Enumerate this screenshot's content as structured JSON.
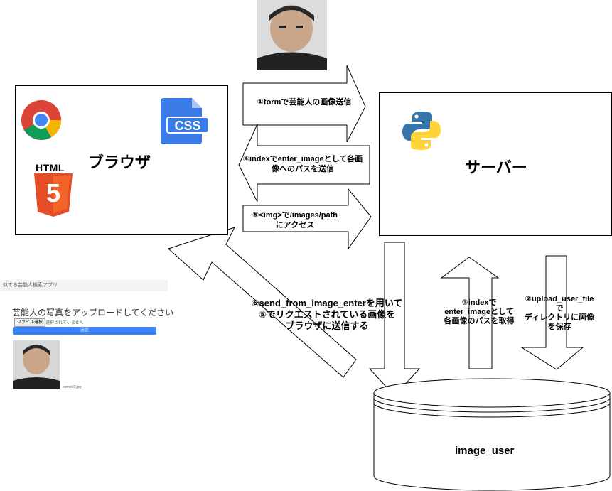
{
  "browser": {
    "label": "ブラウザ",
    "html_badge": "HTML",
    "html_number": "5",
    "css_badge": "CSS"
  },
  "server": {
    "label": "サーバー"
  },
  "database": {
    "label": "image_user"
  },
  "arrows": {
    "step1": "①formで芸能人の画像送信",
    "step4_line1": "④indexでenter_imageとして各画",
    "step4_line2": "像へのパスを送信",
    "step5_line1": "⑤<img>で/images/path",
    "step5_line2": "にアクセス",
    "step6_line1": "⑥send_from_image_enterを用いて",
    "step6_line2": "⑤でリクエストされている画像を",
    "step6_line3": "ブラウザに送信する",
    "step3_line1": "③indexで",
    "step3_line2": "enter_imageとして",
    "step3_line3": "各画像のパスを取得",
    "step2_line1": "②upload_user_file",
    "step2_line2": "で",
    "step2_line3": "ディレクトリに画像",
    "step2_line4": "を保存"
  },
  "webapp": {
    "header": "似てる芸能人検索アプリ",
    "title": "芸能人の写真をアップロードしてください",
    "file_button": "ファイル選択",
    "file_status": "選択されていません",
    "submit": "送信",
    "caption": "oomori2.jpg"
  },
  "colors": {
    "html_orange": "#e44d26",
    "css_blue": "#3b7be8",
    "python_blue": "#3776ab",
    "python_yellow": "#ffd43b",
    "submit_blue": "#3b82f6"
  }
}
